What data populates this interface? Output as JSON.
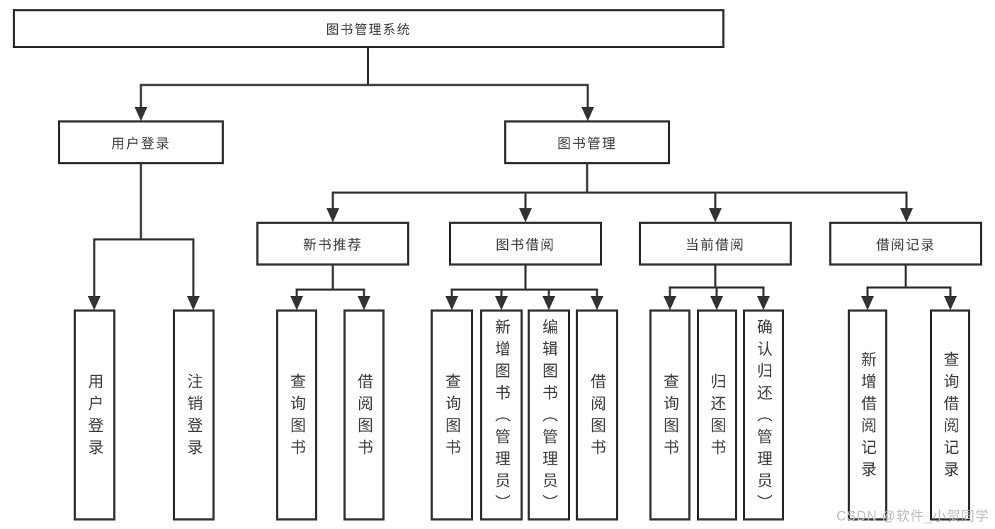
{
  "diagram": {
    "root": "图书管理系统",
    "branches": [
      {
        "label": "用户登录",
        "children": [
          "用户登录",
          "注销登录"
        ]
      },
      {
        "label": "图书管理",
        "groups": [
          {
            "label": "新书推荐",
            "children": [
              "查询图书",
              "借阅图书"
            ]
          },
          {
            "label": "图书借阅",
            "children": [
              "查询图书",
              "新增图书（管理员）",
              "编辑图书（管理员）",
              "借阅图书"
            ]
          },
          {
            "label": "当前借阅",
            "children": [
              "查询图书",
              "归还图书",
              "确认归还（管理员）"
            ]
          },
          {
            "label": "借阅记录",
            "children": [
              "新增借阅记录",
              "查询借阅记录"
            ]
          }
        ]
      }
    ]
  },
  "watermark": "CSDN @软件_小贺同学",
  "colors": {
    "line": "#333333",
    "box_border": "#2f2f2f",
    "text": "#3a3a3a",
    "watermark": "#bdbdbd",
    "background": "#ffffff"
  }
}
